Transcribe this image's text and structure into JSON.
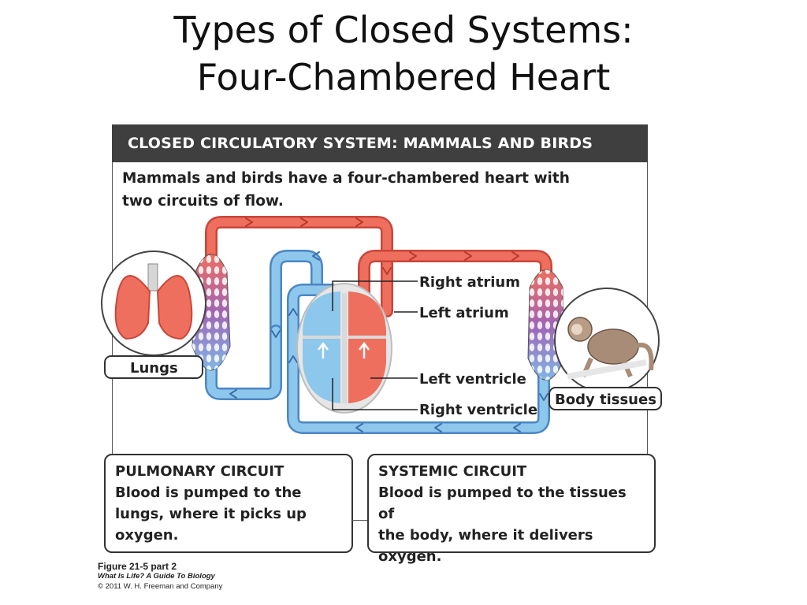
{
  "slide": {
    "title_line1": "Types of Closed Systems:",
    "title_line2": "Four-Chambered Heart"
  },
  "figure": {
    "header": "CLOSED CIRCULATORY SYSTEM: MAMMALS AND BIRDS",
    "intro_line1": "Mammals and birds have a four-chambered heart with",
    "intro_line2": "two circuits of flow.",
    "labels": {
      "lungs": "Lungs",
      "body_tissues": "Body tissues",
      "right_atrium": "Right atrium",
      "left_atrium": "Left atrium",
      "left_ventricle": "Left ventricle",
      "right_ventricle": "Right ventricle"
    },
    "colors": {
      "oxygenated": "#ef6f5e",
      "deoxygenated": "#8ec7ec",
      "header_bg": "#3f3f3f"
    },
    "pulmonary": {
      "title": "PULMONARY CIRCUIT",
      "line1": "Blood is pumped to the",
      "line2": "lungs, where it picks up",
      "line3": "oxygen."
    },
    "systemic": {
      "title": "SYSTEMIC CIRCUIT",
      "line1": "Blood is pumped to the tissues of",
      "line2": "the body, where it delivers",
      "line3": "oxygen."
    }
  },
  "caption": {
    "figure_number": "Figure 21-5 part 2",
    "book": "What Is Life? A Guide To Biology",
    "copyright": "© 2011 W. H. Freeman and Company"
  }
}
